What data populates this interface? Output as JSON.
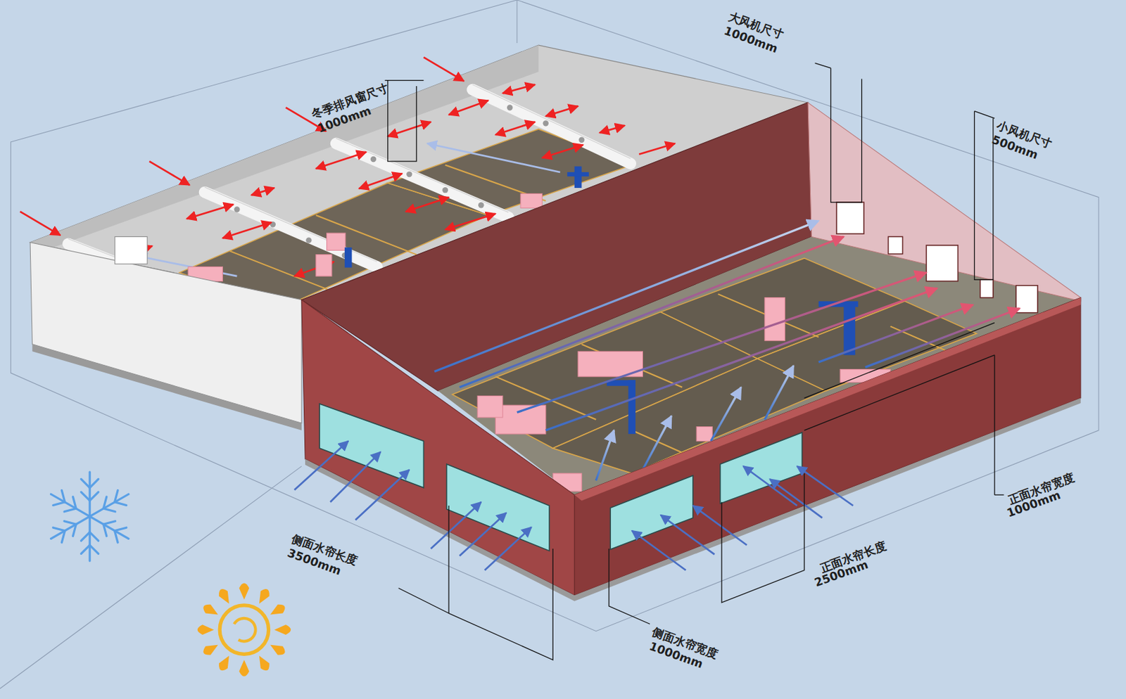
{
  "diagram": {
    "labels": [
      "冬季排风窗尺寸",
      "1000mm",
      "大风机尺寸",
      "1000mm",
      "小风机尺寸",
      "500mm",
      "正面水帘宽度",
      "1000mm",
      "正面水帘长度",
      "2500mm",
      "侧面水帘长度",
      "3500mm",
      "侧面水帘宽度",
      "1000mm"
    ]
  }
}
